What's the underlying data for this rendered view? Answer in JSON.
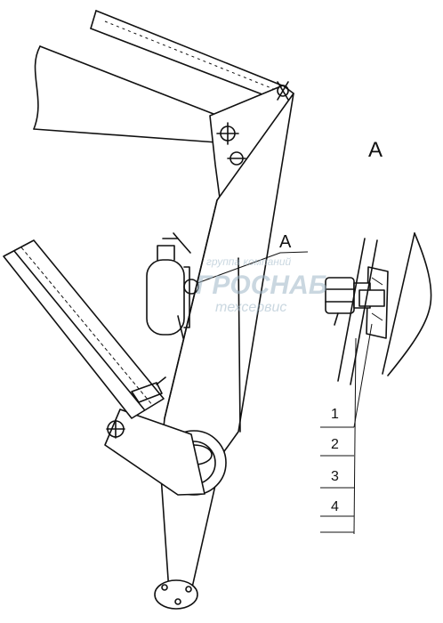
{
  "view_label_large": "A",
  "callout_label": "A",
  "part_numbers": [
    "1",
    "2",
    "3",
    "4"
  ],
  "watermark": {
    "line1": "группа компаний",
    "line2": "ГРОСНАБ",
    "line3": "техсервис"
  },
  "colors": {
    "ink": "#111111",
    "watermark": "#9fb8c8",
    "background": "#ffffff"
  }
}
